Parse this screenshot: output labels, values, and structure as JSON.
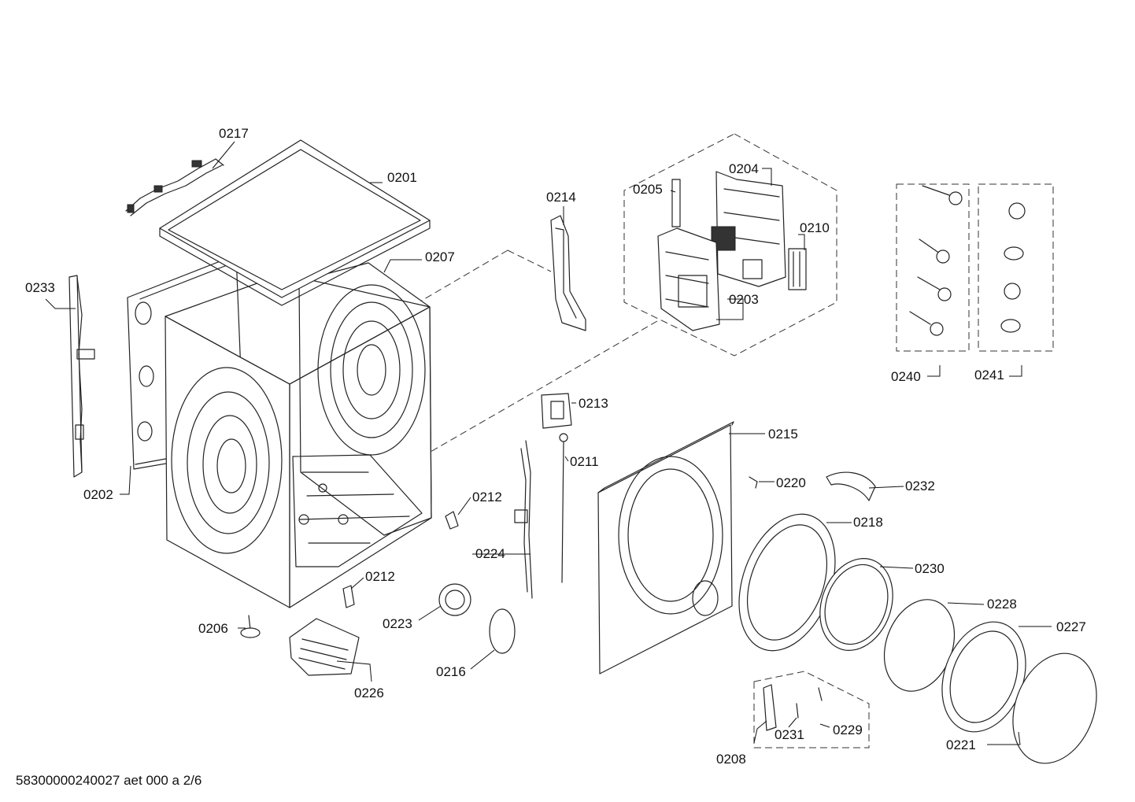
{
  "diagram": {
    "parts": {
      "p0201": "0201",
      "p0202": "0202",
      "p0203": "0203",
      "p0204": "0204",
      "p0205": "0205",
      "p0206": "0206",
      "p0207": "0207",
      "p0208": "0208",
      "p0210": "0210",
      "p0211": "0211",
      "p0212a": "0212",
      "p0212b": "0212",
      "p0213": "0213",
      "p0214": "0214",
      "p0215": "0215",
      "p0216": "0216",
      "p0217": "0217",
      "p0218": "0218",
      "p0220": "0220",
      "p0221": "0221",
      "p0223": "0223",
      "p0224": "0224",
      "p0226": "0226",
      "p0227": "0227",
      "p0228": "0228",
      "p0229": "0229",
      "p0230": "0230",
      "p0231": "0231",
      "p0232": "0232",
      "p0233": "0233",
      "p0240": "0240",
      "p0241": "0241"
    }
  },
  "footer": {
    "code": "58300000240027 aet 000 a 2/6"
  }
}
